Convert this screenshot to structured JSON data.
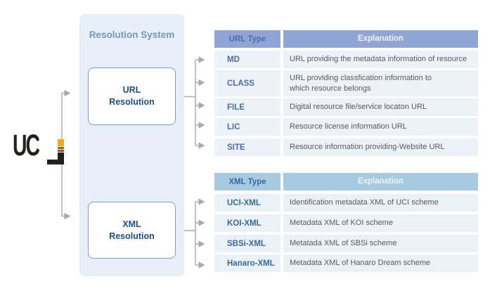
{
  "logo": {
    "text": "UC",
    "mark": "uci-i-mark",
    "colors": {
      "black": "#231f1c",
      "orange": "#f9a51b",
      "green": "#5f8329",
      "red": "#c33b2e"
    }
  },
  "panel": {
    "title": "Resolution System"
  },
  "nodes": {
    "url": "URL\nResolution",
    "xml": "XML\nResolution"
  },
  "tables": {
    "url": {
      "headers": {
        "type": "URL Type",
        "explanation": "Explanation"
      },
      "header_bg": "#90a5d4",
      "rows": [
        {
          "type": "MD",
          "explanation": "URL providing the metadata information of resource"
        },
        {
          "type": "CLASS",
          "explanation": "URL providing classfication information to\nwhich resource belongs"
        },
        {
          "type": "FILE",
          "explanation": "Digital resource file/service locaton URL"
        },
        {
          "type": "LIC",
          "explanation": "Resource license information URL"
        },
        {
          "type": "SITE",
          "explanation": "Resource information providing-Website URL"
        }
      ]
    },
    "xml": {
      "headers": {
        "type": "XML Type",
        "explanation": "Explanation"
      },
      "header_bg": "#a6cadf",
      "rows": [
        {
          "type": "UCI-XML",
          "explanation": "Identification metadata XML of UCI scheme"
        },
        {
          "type": "KOI-XML",
          "explanation": "Metadata XML of KOI scheme"
        },
        {
          "type": "SBSi-XML",
          "explanation": "Metatada XML of SBSi scheme"
        },
        {
          "type": "Hanaro-XML",
          "explanation": "Metadata XML of Hanaro Dream scheme"
        }
      ]
    }
  },
  "colors": {
    "panel_bg": "#e9eff8",
    "node_border": "#7d9cd4",
    "node_text": "#1e4d8b",
    "connector": "#a9a9a9",
    "url_row_bg": "#edf1f8",
    "xml_row_bg": "#eaf1f7",
    "url_type_text": "#4b6eae",
    "xml_type_text": "#3a699f",
    "explanation_text": "#595a5c"
  }
}
